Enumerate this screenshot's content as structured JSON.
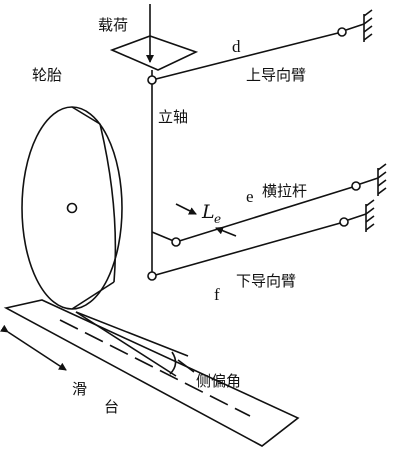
{
  "labels": {
    "load": "载荷",
    "tire": "轮胎",
    "kingpin": "立轴",
    "upper_arm": "上导向臂",
    "tie_rod": "横拉杆",
    "lower_arm": "下导向臂",
    "slip_angle": "侧偏角",
    "slide_table_1": "滑",
    "slide_table_2": "台",
    "point_d": "d",
    "point_e": "e",
    "point_f": "f",
    "le_main": "L",
    "le_sub": "e"
  },
  "colors": {
    "line": "#111111",
    "background": "#ffffff"
  }
}
